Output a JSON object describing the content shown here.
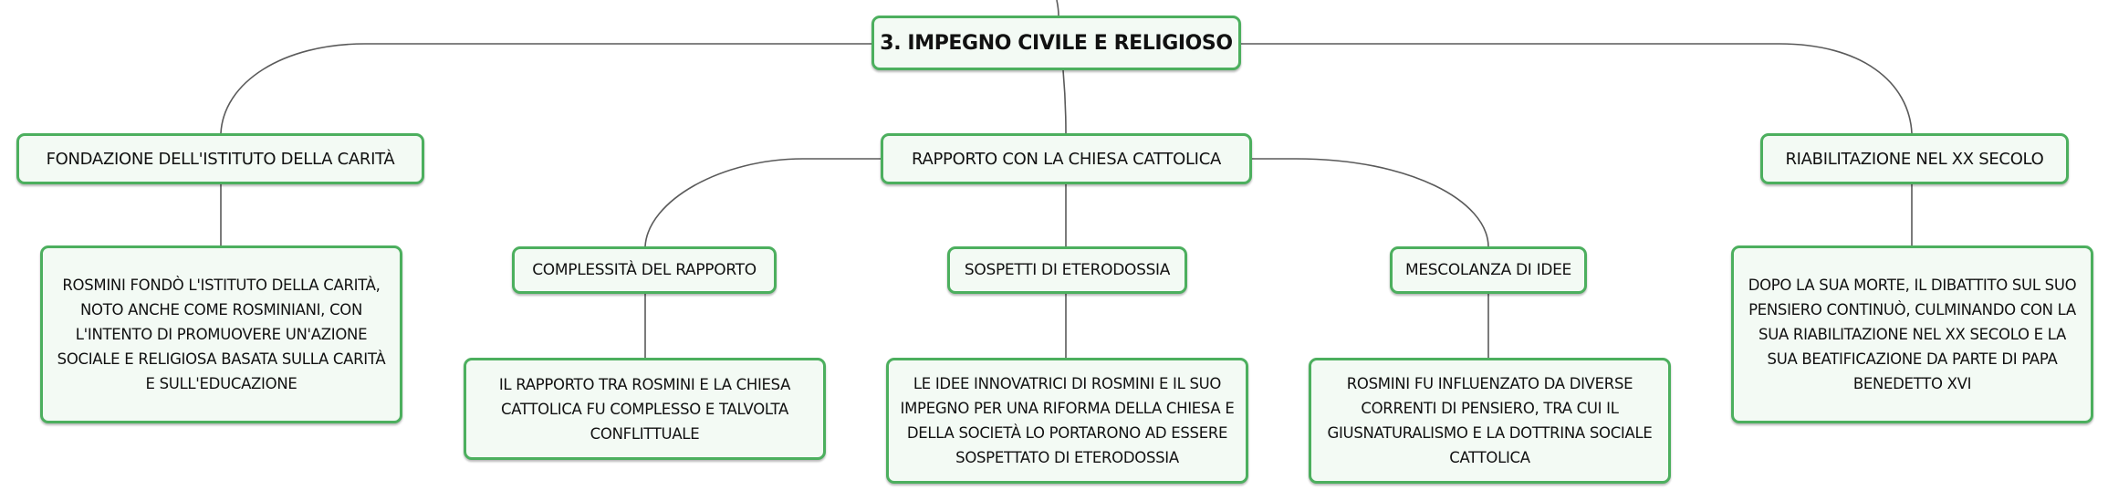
{
  "root": {
    "title": "3. IMPEGNO CIVILE E RELIGIOSO"
  },
  "branches": [
    {
      "label": "FONDAZIONE DELL'ISTITUTO DELLA CARITÀ",
      "detail": "ROSMINI FONDÒ L'ISTITUTO DELLA CARITÀ, NOTO ANCHE COME ROSMINIANI, CON L'INTENTO DI PROMUOVERE UN'AZIONE SOCIALE E RELIGIOSA BASATA SULLA CARITÀ E SULL'EDUCAZIONE"
    },
    {
      "label": "RAPPORTO CON LA CHIESA CATTOLICA",
      "children": [
        {
          "label": "COMPLESSITÀ DEL RAPPORTO",
          "detail": "IL RAPPORTO TRA ROSMINI E LA CHIESA CATTOLICA FU COMPLESSO E TALVOLTA CONFLITTUALE"
        },
        {
          "label": "SOSPETTI DI ETERODOSSIA",
          "detail": "LE IDEE INNOVATRICI DI ROSMINI E IL SUO IMPEGNO PER UNA RIFORMA DELLA CHIESA E DELLA SOCIETÀ LO PORTARONO AD ESSERE SOSPETTATO DI ETERODOSSIA"
        },
        {
          "label": "MESCOLANZA DI IDEE",
          "detail": "ROSMINI FU INFLUENZATO DA DIVERSE CORRENTI DI PENSIERO, TRA CUI IL GIUSNATURALISMO E LA DOTTRINA SOCIALE CATTOLICA"
        }
      ]
    },
    {
      "label": "RIABILITAZIONE NEL XX SECOLO",
      "detail": "DOPO LA SUA MORTE, IL DIBATTITO SUL SUO PENSIERO CONTINUÒ, CULMINANDO CON LA SUA RIABILITAZIONE NEL XX SECOLO E LA SUA BEATIFICAZIONE DA PARTE DI PAPA BENEDETTO XVI"
    }
  ],
  "colors": {
    "node_border": "#4caf5e",
    "node_fill": "#f3faf4",
    "connector": "#5a5a5a",
    "text": "#111111"
  }
}
